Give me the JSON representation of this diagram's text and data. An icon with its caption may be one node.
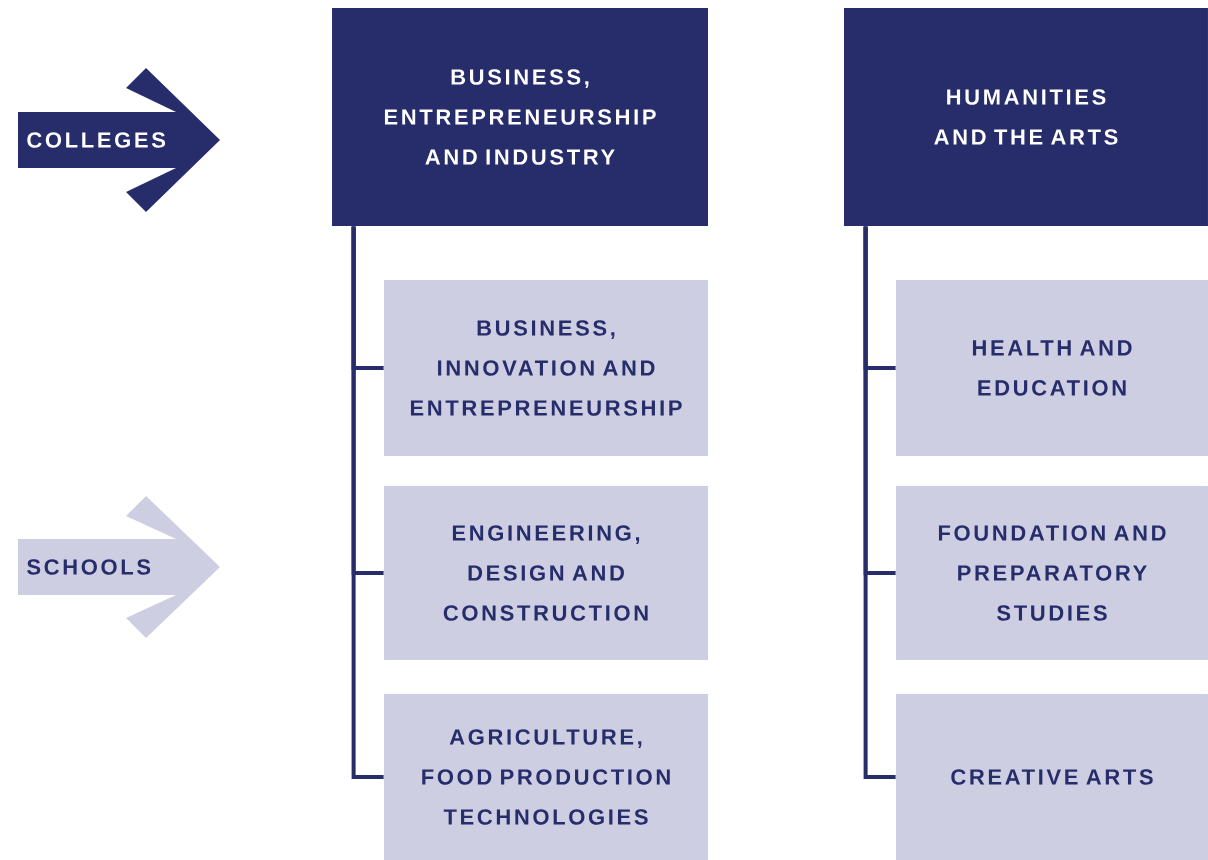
{
  "diagram": {
    "nodes": [
      {
        "text": [
          "COLLEGES"
        ]
      },
      {
        "text": [
          "SCHOOLS"
        ]
      },
      {
        "text": [
          "BUSINESS, ENTREPRENEURSHIP AND INDUSTRY"
        ]
      },
      {
        "text": [
          "HUMANITIES AND THE ARTS"
        ]
      },
      {
        "text": [
          "BUSINESS, INNOVATION AND ENTREPRENEURSHIP"
        ]
      },
      {
        "text": [
          "ENGINEERING, DESIGN AND CONSTRUCTION"
        ]
      },
      {
        "text": [
          "AGRICULTURE, FOOD PRODUCTION TECHNOLOGIES"
        ]
      },
      {
        "text": [
          "HEALTH AND EDUCATION"
        ]
      },
      {
        "text": [
          "FOUNDATION AND PREPARATORY STUDIES"
        ]
      },
      {
        "text": [
          "CREATIVE ARTS"
        ]
      }
    ],
    "edges": [
      {
        "from": 2,
        "to": 4,
        "arrow": "none"
      },
      {
        "from": 2,
        "to": 5,
        "arrow": "none"
      },
      {
        "from": 2,
        "to": 6,
        "arrow": "none"
      },
      {
        "from": 3,
        "to": 7,
        "arrow": "none"
      },
      {
        "from": 3,
        "to": 8,
        "arrow": "none"
      },
      {
        "from": 3,
        "to": 9,
        "arrow": "none"
      }
    ]
  }
}
